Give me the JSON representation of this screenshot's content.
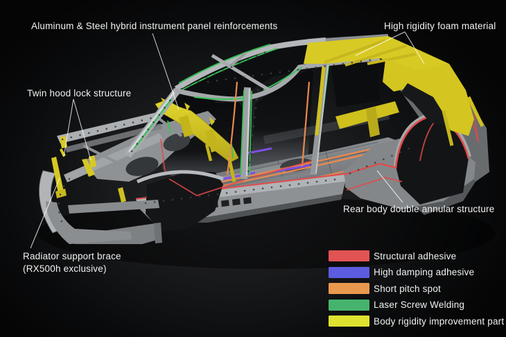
{
  "callouts": {
    "instrument_panel": "Aluminum & Steel hybrid instrument panel reinforcements",
    "foam": "High rigidity foam material",
    "hood_lock": "Twin hood lock structure",
    "radiator": {
      "line1": "Radiator support brace",
      "line2": "(RX500h exclusive)"
    },
    "rear_body": "Rear body double annular structure"
  },
  "legend": {
    "items": [
      {
        "label": "Structural adhesive",
        "color": "#e25353"
      },
      {
        "label": "High damping adhesive",
        "color": "#5c5ce0"
      },
      {
        "label": "Short pitch spot",
        "color": "#e9994d"
      },
      {
        "label": "Laser Screw Welding",
        "color": "#46b46e"
      },
      {
        "label": "Body rigidity improvement part",
        "color": "#dde32f"
      }
    ]
  }
}
